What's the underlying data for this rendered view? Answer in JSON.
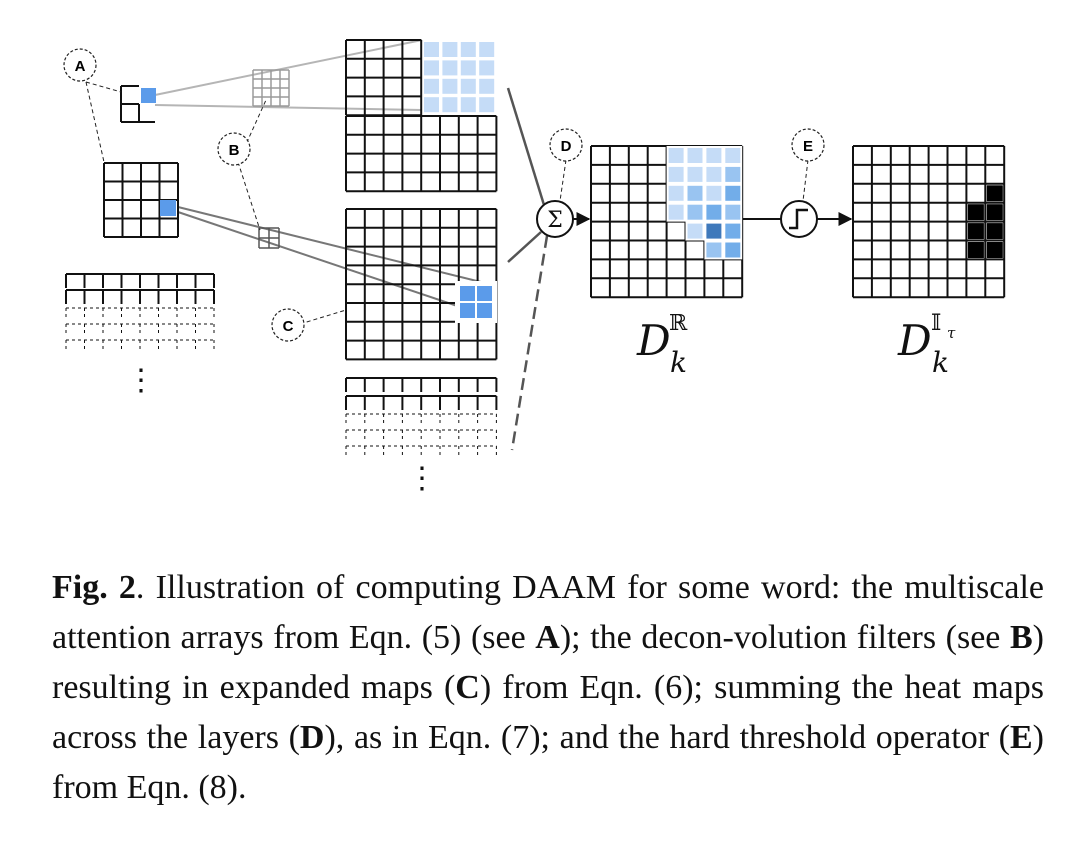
{
  "figure": {
    "labels": {
      "a": "A",
      "b": "B",
      "c": "C",
      "d": "D",
      "e": "E"
    },
    "sum_symbol": "Σ",
    "math": {
      "real": {
        "base": "D",
        "sub": "k",
        "sup": "ℝ"
      },
      "binary": {
        "base": "D",
        "sub": "k",
        "sup": "𝕀",
        "sup_sub": "τ"
      }
    },
    "ellipsis": "⋮",
    "colors": {
      "attention": "#5b9bea",
      "light_heat": "#c5dcf7",
      "mid_heat": "#99c4f1",
      "strong_heat": "#72ade9",
      "peak_heat": "#3f79bb",
      "grid": "#111111",
      "gray_grid": "#9a9a9a"
    }
  },
  "caption": {
    "fig_label": "Fig. 2",
    "parts": [
      {
        "t": ". Illustration of computing DAAM for some word: the multiscale attention arrays from Eqn. (5) (see ",
        "b": false
      },
      {
        "t": "A",
        "b": true
      },
      {
        "t": "); the decon-volution filters (see ",
        "b": false
      },
      {
        "t": "B",
        "b": true
      },
      {
        "t": ") resulting in expanded maps (",
        "b": false
      },
      {
        "t": "C",
        "b": true
      },
      {
        "t": ") from Eqn. (6); summing the heat maps across the layers (",
        "b": false
      },
      {
        "t": "D",
        "b": true
      },
      {
        "t": "), as in Eqn. (7); and the hard threshold operator (",
        "b": false
      },
      {
        "t": "E",
        "b": true
      },
      {
        "t": ") from Eqn. (8).",
        "b": false
      }
    ]
  }
}
